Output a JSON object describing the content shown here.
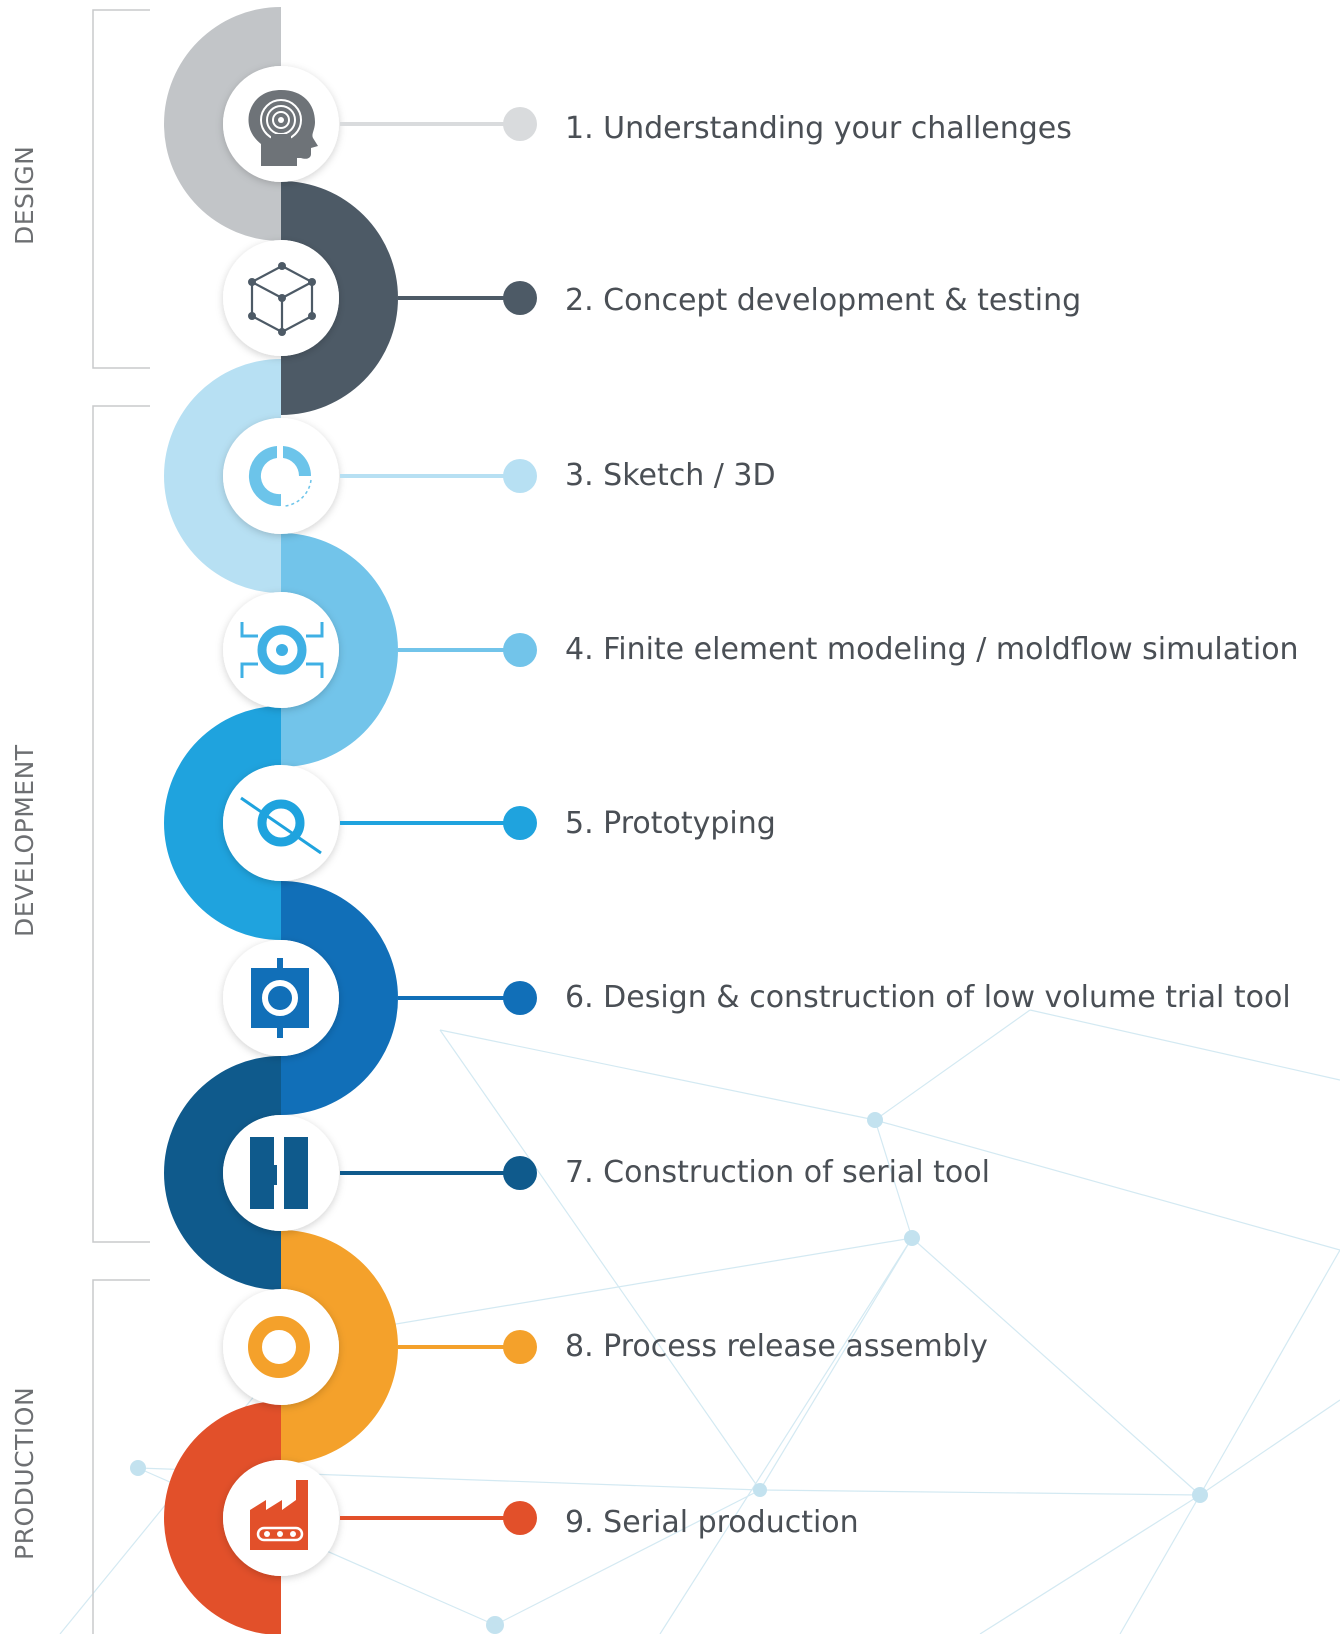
{
  "phases": [
    {
      "id": "design",
      "label": "DESIGN",
      "steps": [
        1,
        2
      ]
    },
    {
      "id": "development",
      "label": "DEVELOPMENT",
      "steps": [
        3,
        4,
        5,
        6,
        7
      ]
    },
    {
      "id": "production",
      "label": "PRODUCTION",
      "steps": [
        8,
        9
      ]
    }
  ],
  "steps": [
    {
      "num": 1,
      "label": "1. Understanding your challenges",
      "color": "#c2c5c8",
      "dot_color": "#d9dbdd",
      "icon": "head-brain-icon",
      "icon_color": "#6e7378"
    },
    {
      "num": 2,
      "label": "2. Concept development & testing",
      "color": "#4d5a66",
      "dot_color": "#4d5a66",
      "icon": "cube-icon",
      "icon_color": "#4d5a66"
    },
    {
      "num": 3,
      "label": "3. Sketch / 3D",
      "color": "#b7e0f3",
      "dot_color": "#b7e0f3",
      "icon": "sketch-ring-icon",
      "icon_color": "#6cc4ea"
    },
    {
      "num": 4,
      "label": "4. Finite element modeling / moldflow simulation",
      "color": "#72c4ea",
      "dot_color": "#72c4ea",
      "icon": "simulation-ring-icon",
      "icon_color": "#3fb0e4"
    },
    {
      "num": 5,
      "label": "5. Prototyping",
      "color": "#1fa3de",
      "dot_color": "#1fa3de",
      "icon": "prototype-ring-icon",
      "icon_color": "#1fa3de"
    },
    {
      "num": 6,
      "label": "6. Design & construction of low volume trial tool",
      "color": "#116fb8",
      "dot_color": "#116fb8",
      "icon": "trial-tool-icon",
      "icon_color": "#116fb8"
    },
    {
      "num": 7,
      "label": "7. Construction of serial tool",
      "color": "#0f5a8c",
      "dot_color": "#0f5a8c",
      "icon": "serial-tool-icon",
      "icon_color": "#0f5a8c"
    },
    {
      "num": 8,
      "label": "8. Process release assembly",
      "color": "#f4a12b",
      "dot_color": "#f4a12b",
      "icon": "ring-icon",
      "icon_color": "#f4a12b"
    },
    {
      "num": 9,
      "label": "9. Serial production",
      "color": "#e2502a",
      "dot_color": "#e2502a",
      "icon": "factory-icon",
      "icon_color": "#e2502a"
    }
  ]
}
